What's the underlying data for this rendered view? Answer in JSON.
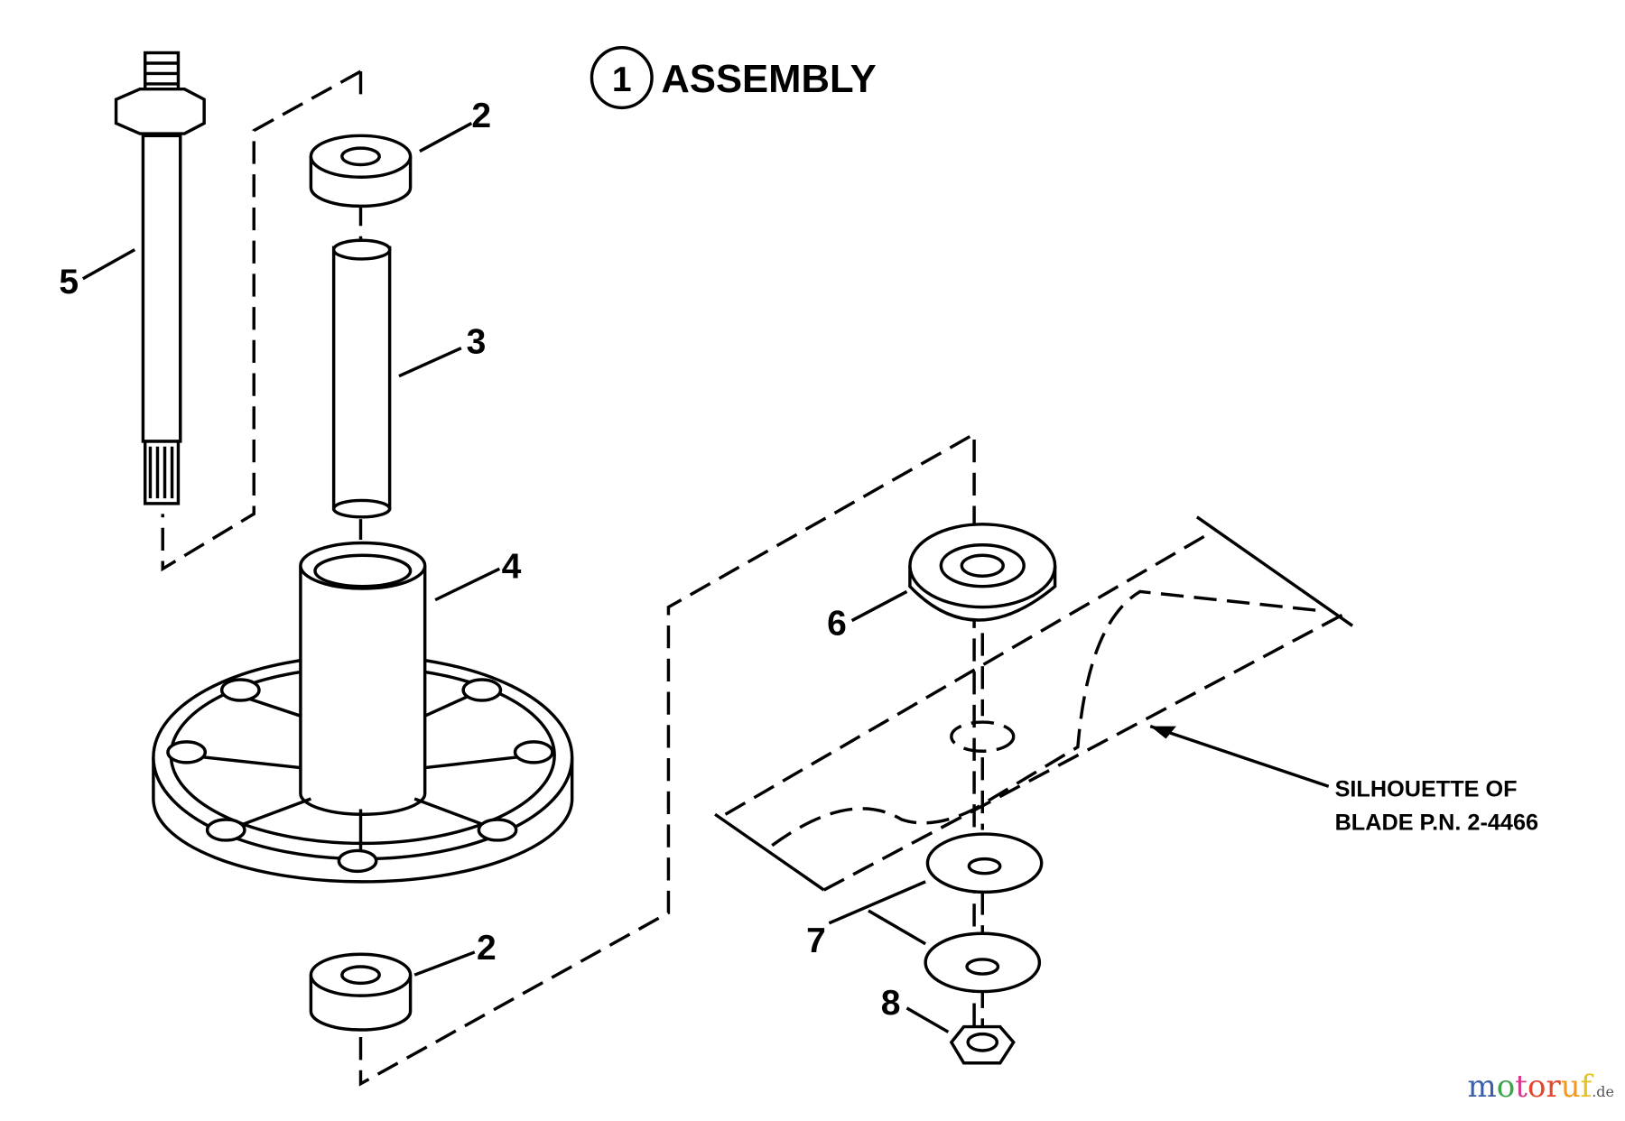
{
  "title": {
    "circle_number": "1",
    "text": "ASSEMBLY"
  },
  "callouts": [
    {
      "part": "2"
    },
    {
      "part": "5"
    },
    {
      "part": "3"
    },
    {
      "part": "4"
    },
    {
      "part": "6"
    },
    {
      "part": "2"
    },
    {
      "part": "7"
    },
    {
      "part": "8"
    }
  ],
  "note": {
    "line1": "SILHOUETTE OF",
    "line2": "BLADE P.N. 2-4466"
  },
  "watermark": {
    "text": "motoruf",
    "suffix": ".de",
    "colors": [
      "#3b5fa8",
      "#3aa64a",
      "#d63a8a",
      "#e2472f",
      "#f39a1c",
      "#e6c21a"
    ]
  }
}
